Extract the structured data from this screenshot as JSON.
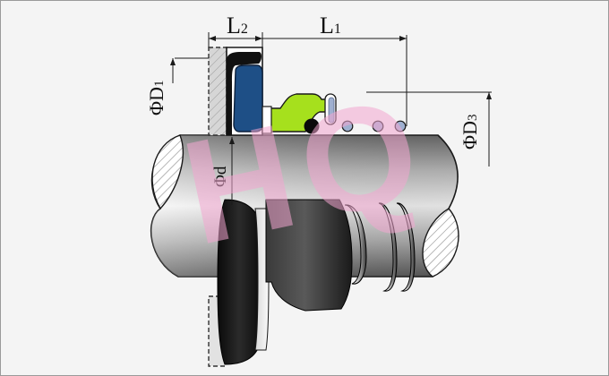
{
  "labels": {
    "L1": {
      "main": "L",
      "sub": "1"
    },
    "L2": {
      "main": "L",
      "sub": "2"
    },
    "D1": {
      "main": "ΦD",
      "sub": "1"
    },
    "D3": {
      "main": "ΦD",
      "sub": "3"
    },
    "d": {
      "main": "Φd"
    }
  },
  "watermark": "HQ",
  "colors": {
    "background": "#f4f4f4",
    "rubber_bellows": "#1e4f86",
    "spring_retainer": "#a6e01d",
    "spring_coil": "#9fb0d0",
    "seat_hatch": "#8a8a8a",
    "watermark": "#f2a6cf"
  }
}
